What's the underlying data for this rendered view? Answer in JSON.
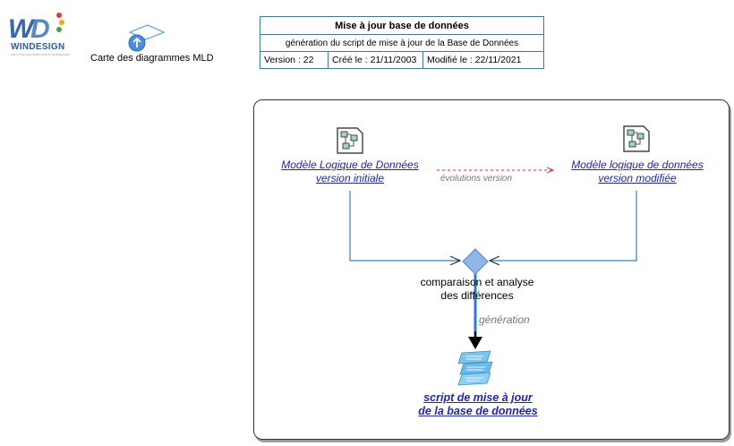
{
  "logo": {
    "name": "WINDESIGN",
    "tagline": "SOLUTIONS DE MODÉLISATION ENTREPRISE"
  },
  "map_link": {
    "label": "Carte des diagrammes MLD",
    "icon": "up-arrow-map-icon"
  },
  "header": {
    "title": "Mise à jour base de données",
    "subtitle": "génération du script de mise à jour de la Base de Données",
    "version": "Version : 22",
    "created": "Créé le : 21/11/2003",
    "modified": "Modifié le : 22/11/2021"
  },
  "diagram": {
    "initial_model": {
      "line1": "Modèle Logique de Données",
      "line2": "version initiale",
      "icon": "data-model-icon"
    },
    "modified_model": {
      "line1": "Modèle logique de données",
      "line2": "version modifiée",
      "icon": "data-model-icon"
    },
    "evolution_label": "évolutions version",
    "comparison": {
      "line1": "comparaison et analyse",
      "line2": "des différences",
      "icon": "decision-diamond-icon"
    },
    "generation_label": "génération",
    "script": {
      "line1": "script de mise à jour",
      "line2": "de la base de données",
      "icon": "script-document-icon"
    }
  },
  "colors": {
    "link": "#1f28a8",
    "border": "#3d7a8c",
    "connector": "#3b7fb6",
    "dashed_arrow": "#c0392b",
    "diamond": "#8fb6e6"
  }
}
